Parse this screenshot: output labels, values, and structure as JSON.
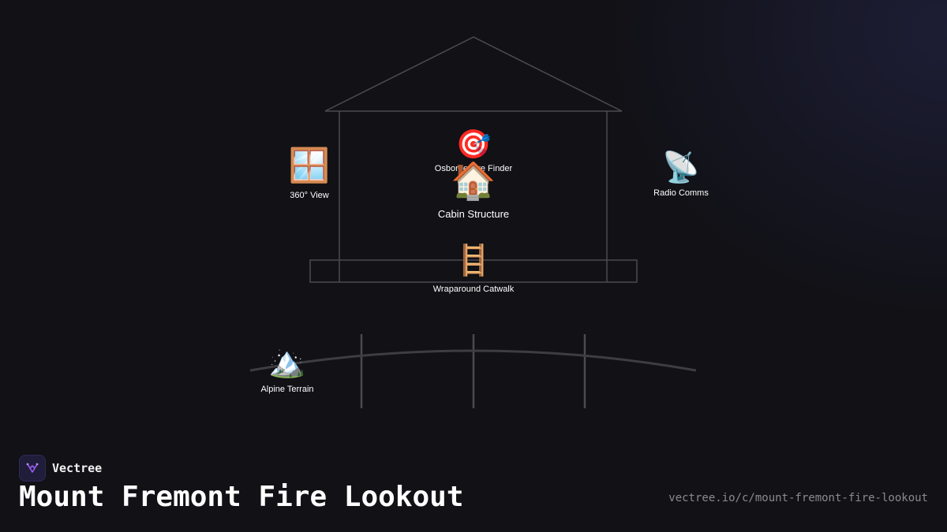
{
  "diagram": {
    "nodes": {
      "fire_finder": {
        "label": "Osborne Fire Finder",
        "icon": "target-icon",
        "glyph": "🎯"
      },
      "cabin": {
        "label": "Cabin Structure",
        "icon": "house-icon",
        "glyph": "🏠"
      },
      "view": {
        "label": "360° View",
        "icon": "window-icon",
        "glyph": "🪟"
      },
      "radio": {
        "label": "Radio Comms",
        "icon": "satellite-dish-icon",
        "glyph": "📡"
      },
      "catwalk": {
        "label": "Wraparound Catwalk",
        "icon": "ladder-icon",
        "glyph": "🪜"
      },
      "terrain": {
        "label": "Alpine Terrain",
        "icon": "mountain-icon",
        "glyph": "🏔️"
      }
    },
    "colors": {
      "line": "#4a4a50",
      "ground": "#3d3d42"
    }
  },
  "brand": {
    "name": "Vectree",
    "accent": "#9b5cf0"
  },
  "page": {
    "title": "Mount Fremont Fire Lookout",
    "url": "vectree.io/c/mount-fremont-fire-lookout"
  }
}
